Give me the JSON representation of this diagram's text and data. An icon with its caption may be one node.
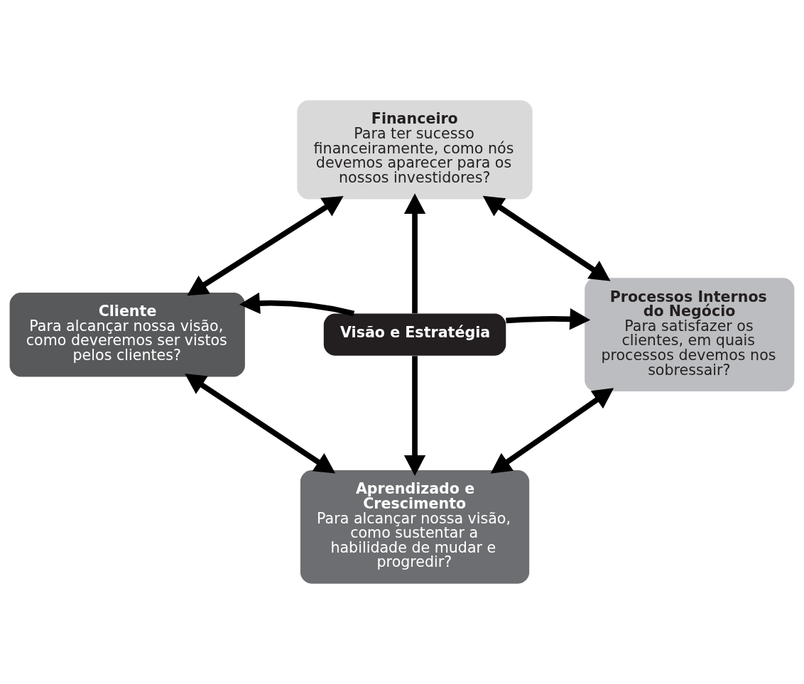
{
  "diagram": {
    "nodes": [
      {
        "text": [
          "Financeiro",
          "Para ter sucesso financeiramente, como nós devemos aparecer para os nossos investidores?"
        ]
      },
      {
        "text": [
          "Cliente",
          "Para alcançar nossa visão, como deveremos ser vistos pelos clientes?"
        ]
      },
      {
        "text": [
          "Visão e Estratégia"
        ]
      },
      {
        "text": [
          "Processos Internos do Negócio",
          "Para satisfazer os clientes, em quais processos devemos nos sobressair?"
        ]
      },
      {
        "text": [
          "Aprendizado e Crescimento",
          "Para alcançar nossa visão, como sustentar a habilidade de mudar e progredir?"
        ]
      }
    ],
    "edges": [
      {
        "from": 0,
        "to": 1,
        "arrow": "both"
      },
      {
        "from": 0,
        "to": 3,
        "arrow": "both"
      },
      {
        "from": 2,
        "to": 0,
        "arrow": "to"
      },
      {
        "from": 2,
        "to": 1,
        "arrow": "to"
      },
      {
        "from": 2,
        "to": 3,
        "arrow": "to"
      },
      {
        "from": 2,
        "to": 4,
        "arrow": "to"
      },
      {
        "from": 1,
        "to": 4,
        "arrow": "both"
      },
      {
        "from": 3,
        "to": 4,
        "arrow": "both"
      }
    ]
  }
}
